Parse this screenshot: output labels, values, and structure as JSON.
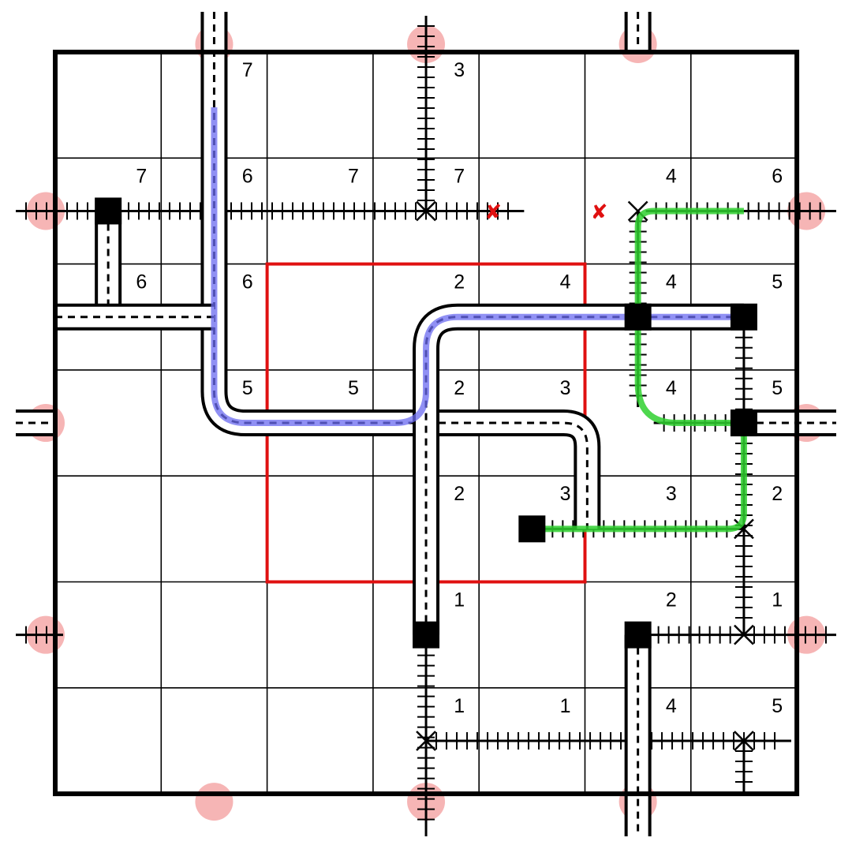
{
  "board": {
    "rows": 7,
    "cols": 7,
    "grid": [
      [
        "",
        "7",
        "",
        "3",
        "",
        "",
        ""
      ],
      [
        "7",
        "6",
        "7",
        "7",
        "",
        "4",
        "6"
      ],
      [
        "6",
        "6",
        "",
        "2",
        "4",
        "4",
        "5"
      ],
      [
        "",
        "5",
        "5",
        "2",
        "3",
        "4",
        "5"
      ],
      [
        "",
        "",
        "",
        "2",
        "3",
        "3",
        "2"
      ],
      [
        "",
        "",
        "",
        "1",
        "",
        "2",
        "1"
      ],
      [
        "",
        "",
        "",
        "1",
        "1",
        "4",
        "5"
      ]
    ],
    "marks": [
      {
        "symbol": "✘",
        "row": 1,
        "col": 4,
        "color": "#e01010"
      },
      {
        "symbol": "✘",
        "row": 1,
        "col": 5,
        "color": "#e01010"
      }
    ],
    "highlight_region": {
      "row": 2,
      "col": 2,
      "rows": 3,
      "cols": 3,
      "color": "#e01010"
    },
    "station_color": "#000000",
    "exit_marker_color": "#f4a3a3",
    "path_colors": {
      "blue": "#6b6bf0",
      "green": "#2fd02f"
    },
    "stations": [
      {
        "row": 1,
        "col": 0
      },
      {
        "row": 2,
        "col": 6
      },
      {
        "row": 3,
        "col": 6
      },
      {
        "row": 4,
        "col": 4
      },
      {
        "row": 5,
        "col": 3
      },
      {
        "row": 5,
        "col": 5
      }
    ]
  }
}
